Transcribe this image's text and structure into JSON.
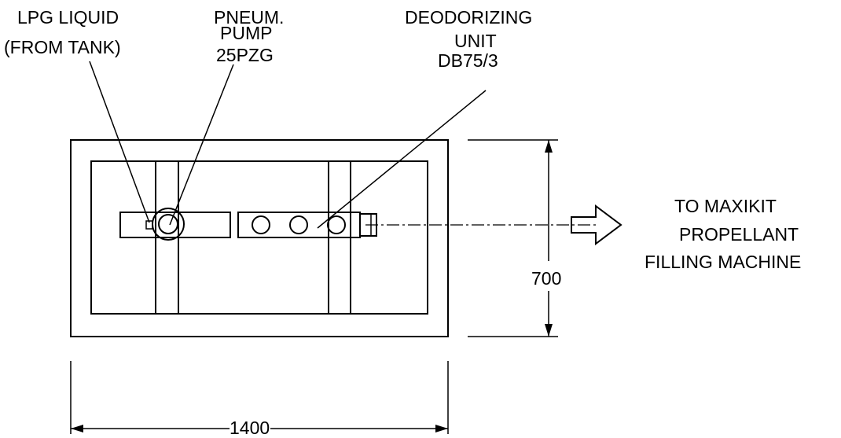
{
  "labels": {
    "lpg_liquid": [
      "LPG LIQUID",
      "(FROM TANK)"
    ],
    "pump": [
      "PNEUM.",
      "PUMP",
      "25PZG"
    ],
    "deodorizing_unit": [
      "DEODORIZING",
      "UNIT",
      "DB75/3"
    ],
    "destination": [
      "TO MAXIKIT",
      "PROPELLANT",
      "FILLING MACHINE"
    ]
  },
  "dimensions": {
    "width": "1400",
    "height": "700"
  }
}
